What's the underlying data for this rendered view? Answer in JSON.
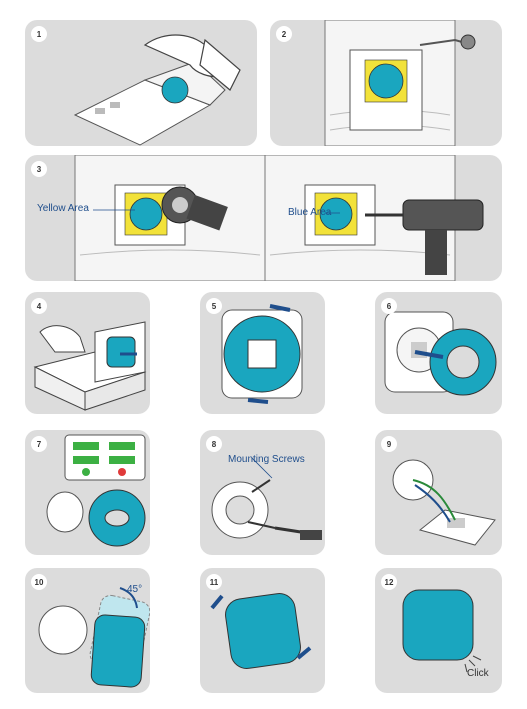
{
  "steps": [
    "1",
    "2",
    "3",
    "4",
    "5",
    "6",
    "7",
    "8",
    "9",
    "10",
    "11",
    "12"
  ],
  "labels": {
    "yellow_area": "Yellow Area",
    "blue_area": "Blue Area",
    "mounting_screws": "Mounting Screws",
    "angle": "45°",
    "click": "Click"
  },
  "colors": {
    "panel_bg": "#dcdcdc",
    "device_teal": "#1aa6bf",
    "accent_blue": "#1f4e8c",
    "template_yellow": "#f2e23a",
    "check_green": "#3cb043",
    "cross_red": "#e03a3a"
  }
}
